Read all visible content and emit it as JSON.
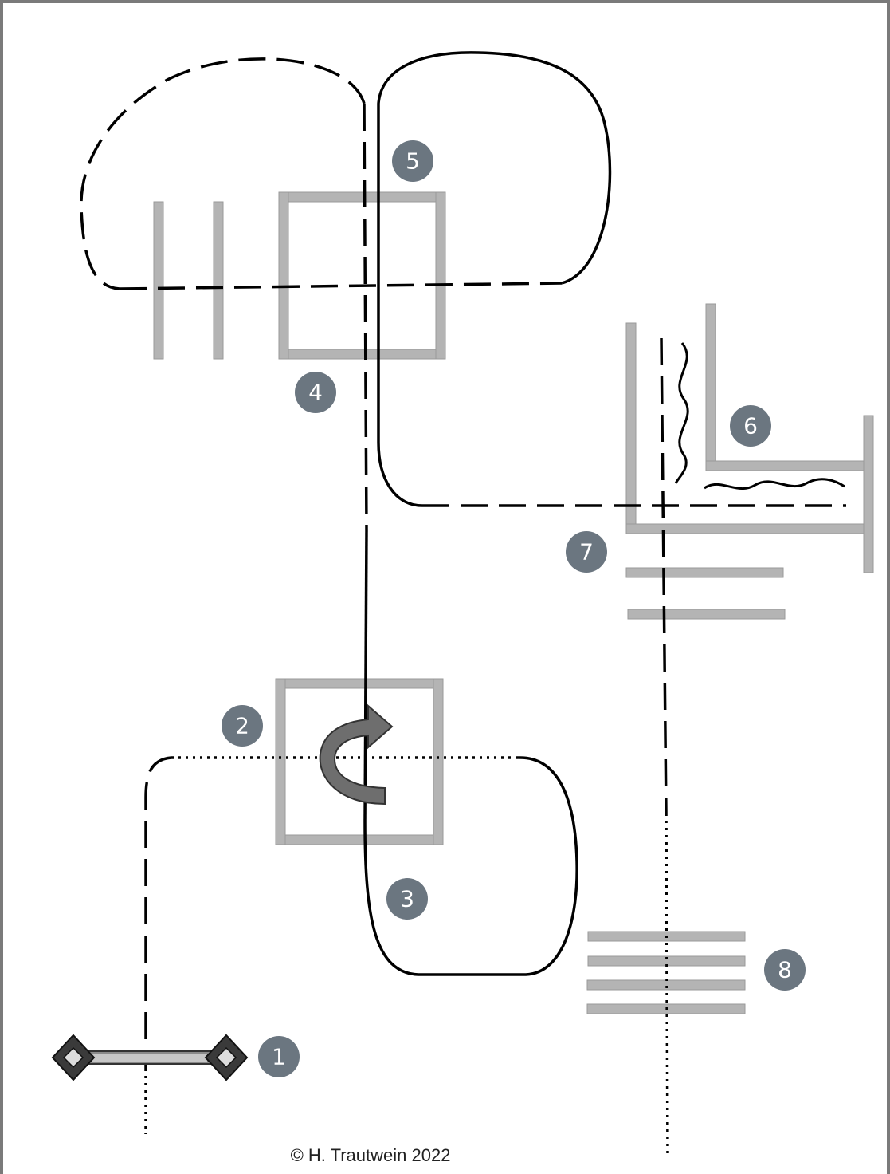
{
  "markers": [
    {
      "id": "marker-1",
      "label": "1"
    },
    {
      "id": "marker-2",
      "label": "2"
    },
    {
      "id": "marker-3",
      "label": "3"
    },
    {
      "id": "marker-4",
      "label": "4"
    },
    {
      "id": "marker-5",
      "label": "5"
    },
    {
      "id": "marker-6",
      "label": "6"
    },
    {
      "id": "marker-7",
      "label": "7"
    },
    {
      "id": "marker-8",
      "label": "8"
    }
  ],
  "credit": "© H. Trautwein 2022",
  "colors": {
    "line": "#000000",
    "bar": "#b4b4b4",
    "bar_edge": "#9a9a9a",
    "badge": "#6b7680",
    "arrow": "#6e6e6e",
    "frame": "#7a7a7a"
  }
}
